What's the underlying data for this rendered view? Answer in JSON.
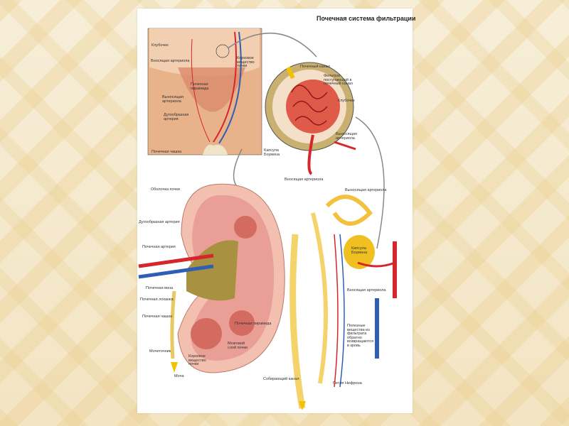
{
  "title": "Почечная система фильтрации",
  "labels": {
    "glomerulus_top": "Клубочек",
    "cortex": "Корковое вещество почки",
    "afferent_top": "Вносящая артериола",
    "renal_pyramid": "Почечная пирамида",
    "efferent_top": "Выносящая артериола",
    "arcuate_top": "Дугообразная артерия",
    "calyx_top": "Почечная чашка",
    "renal_tubule": "Почечный канал",
    "filtrate": "Фильтрат поступающий в почечный канал",
    "glomerulus_mid": "Клубочек",
    "efferent_mid": "Выносящая артериола",
    "bowman_mid": "Капсула Боумена",
    "afferent_mid": "Вносящая артериола",
    "capsule_kidney": "Оболочка почки",
    "arcuate_artery": "Дугообразная артерия",
    "renal_artery": "Почечная артерия",
    "renal_vein": "Почечная вена",
    "renal_pelvis": "Почечная лоханка",
    "calyx": "Почечная чашка",
    "ureter": "Мочеточник",
    "urine": "Моча",
    "cortex_bottom": "Корковое вещество почки",
    "medulla": "Мозговой слой почки",
    "renal_pyramid_bottom": "Почечная пирамида",
    "efferent_right": "Выносящая артериола",
    "bowman_right": "Капсула Боумена",
    "afferent_right": "Вносящая артериола",
    "useful_substances": "Полезные вещества из фильтрата обратно возвращаются в кровь",
    "collecting_duct": "Собирающий канал",
    "loop_nephron": "Петля Нефрона"
  }
}
